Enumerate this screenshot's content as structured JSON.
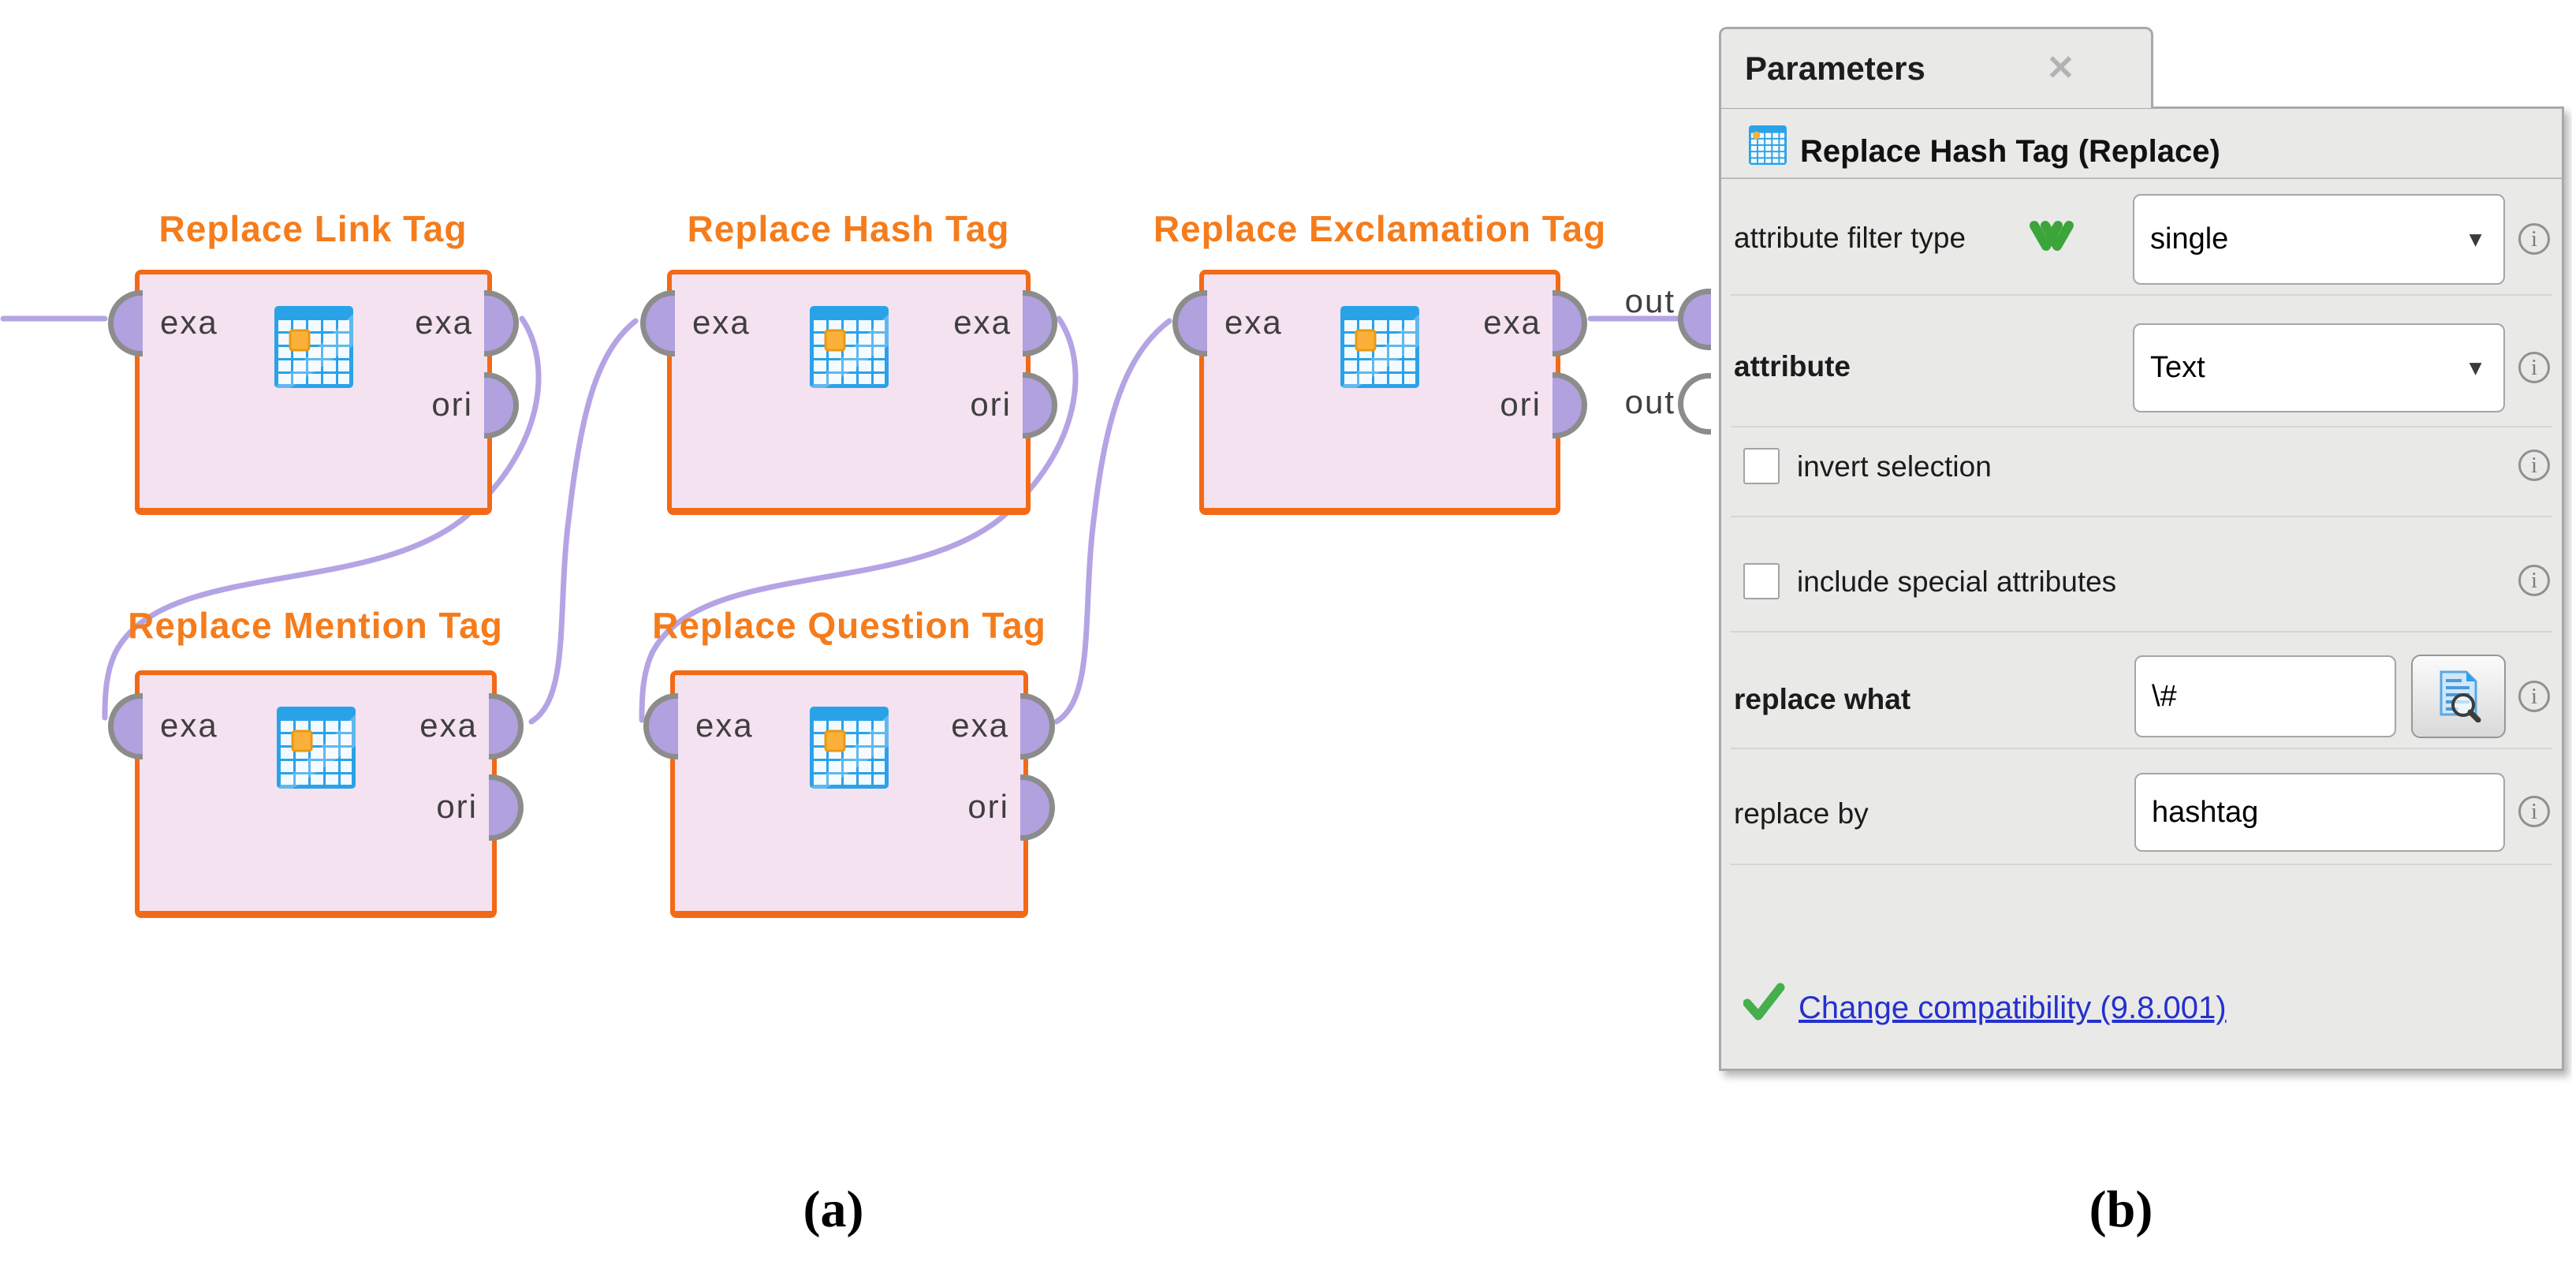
{
  "colors": {
    "operator_border": "#F26A17",
    "operator_fill": "#F4E2F1",
    "title_orange": "#F57C1C",
    "wire_purple": "#B4A4E4",
    "port_fill": "#B1A1DF",
    "port_ring": "#8C8C8C",
    "panel_bg": "#E9E9E8",
    "link_blue": "#2430CF",
    "green_check": "#3BA53A"
  },
  "canvas": {
    "operators": [
      {
        "title": "Replace Link Tag",
        "ports": {
          "in": "exa",
          "out": "exa",
          "ori": "ori"
        }
      },
      {
        "title": "Replace Hash Tag",
        "ports": {
          "in": "exa",
          "out": "exa",
          "ori": "ori"
        }
      },
      {
        "title": "Replace Exclamation Tag",
        "ports": {
          "in": "exa",
          "out": "exa",
          "ori": "ori"
        }
      },
      {
        "title": "Replace Mention Tag",
        "ports": {
          "in": "exa",
          "out": "exa",
          "ori": "ori"
        }
      },
      {
        "title": "Replace Question Tag",
        "ports": {
          "in": "exa",
          "out": "exa",
          "ori": "ori"
        }
      }
    ],
    "outputs": [
      {
        "label": "out",
        "connected": true
      },
      {
        "label": "out",
        "connected": false
      }
    ]
  },
  "panel": {
    "tab_title": "Parameters",
    "icons": {
      "close": "✕",
      "caret_down": "▼",
      "info": "i"
    },
    "header": {
      "title": "Replace Hash Tag (Replace)",
      "icon": "table-grid-icon"
    },
    "rows": [
      {
        "label": "attribute filter type",
        "type": "dropdown",
        "value": "single",
        "changed_indicator": true
      },
      {
        "label": "attribute",
        "type": "dropdown",
        "value": "Text"
      },
      {
        "label": "invert selection",
        "type": "checkbox",
        "checked": false
      },
      {
        "label": "include special attributes",
        "type": "checkbox",
        "checked": false
      },
      {
        "label": "replace what",
        "type": "text",
        "value": "\\#",
        "has_regex_button": true
      },
      {
        "label": "replace by",
        "type": "text",
        "value": "hashtag"
      }
    ],
    "footer": {
      "link_text": "Change compatibility (9.8.001)"
    }
  },
  "captions": {
    "a": "(a)",
    "b": "(b)"
  }
}
